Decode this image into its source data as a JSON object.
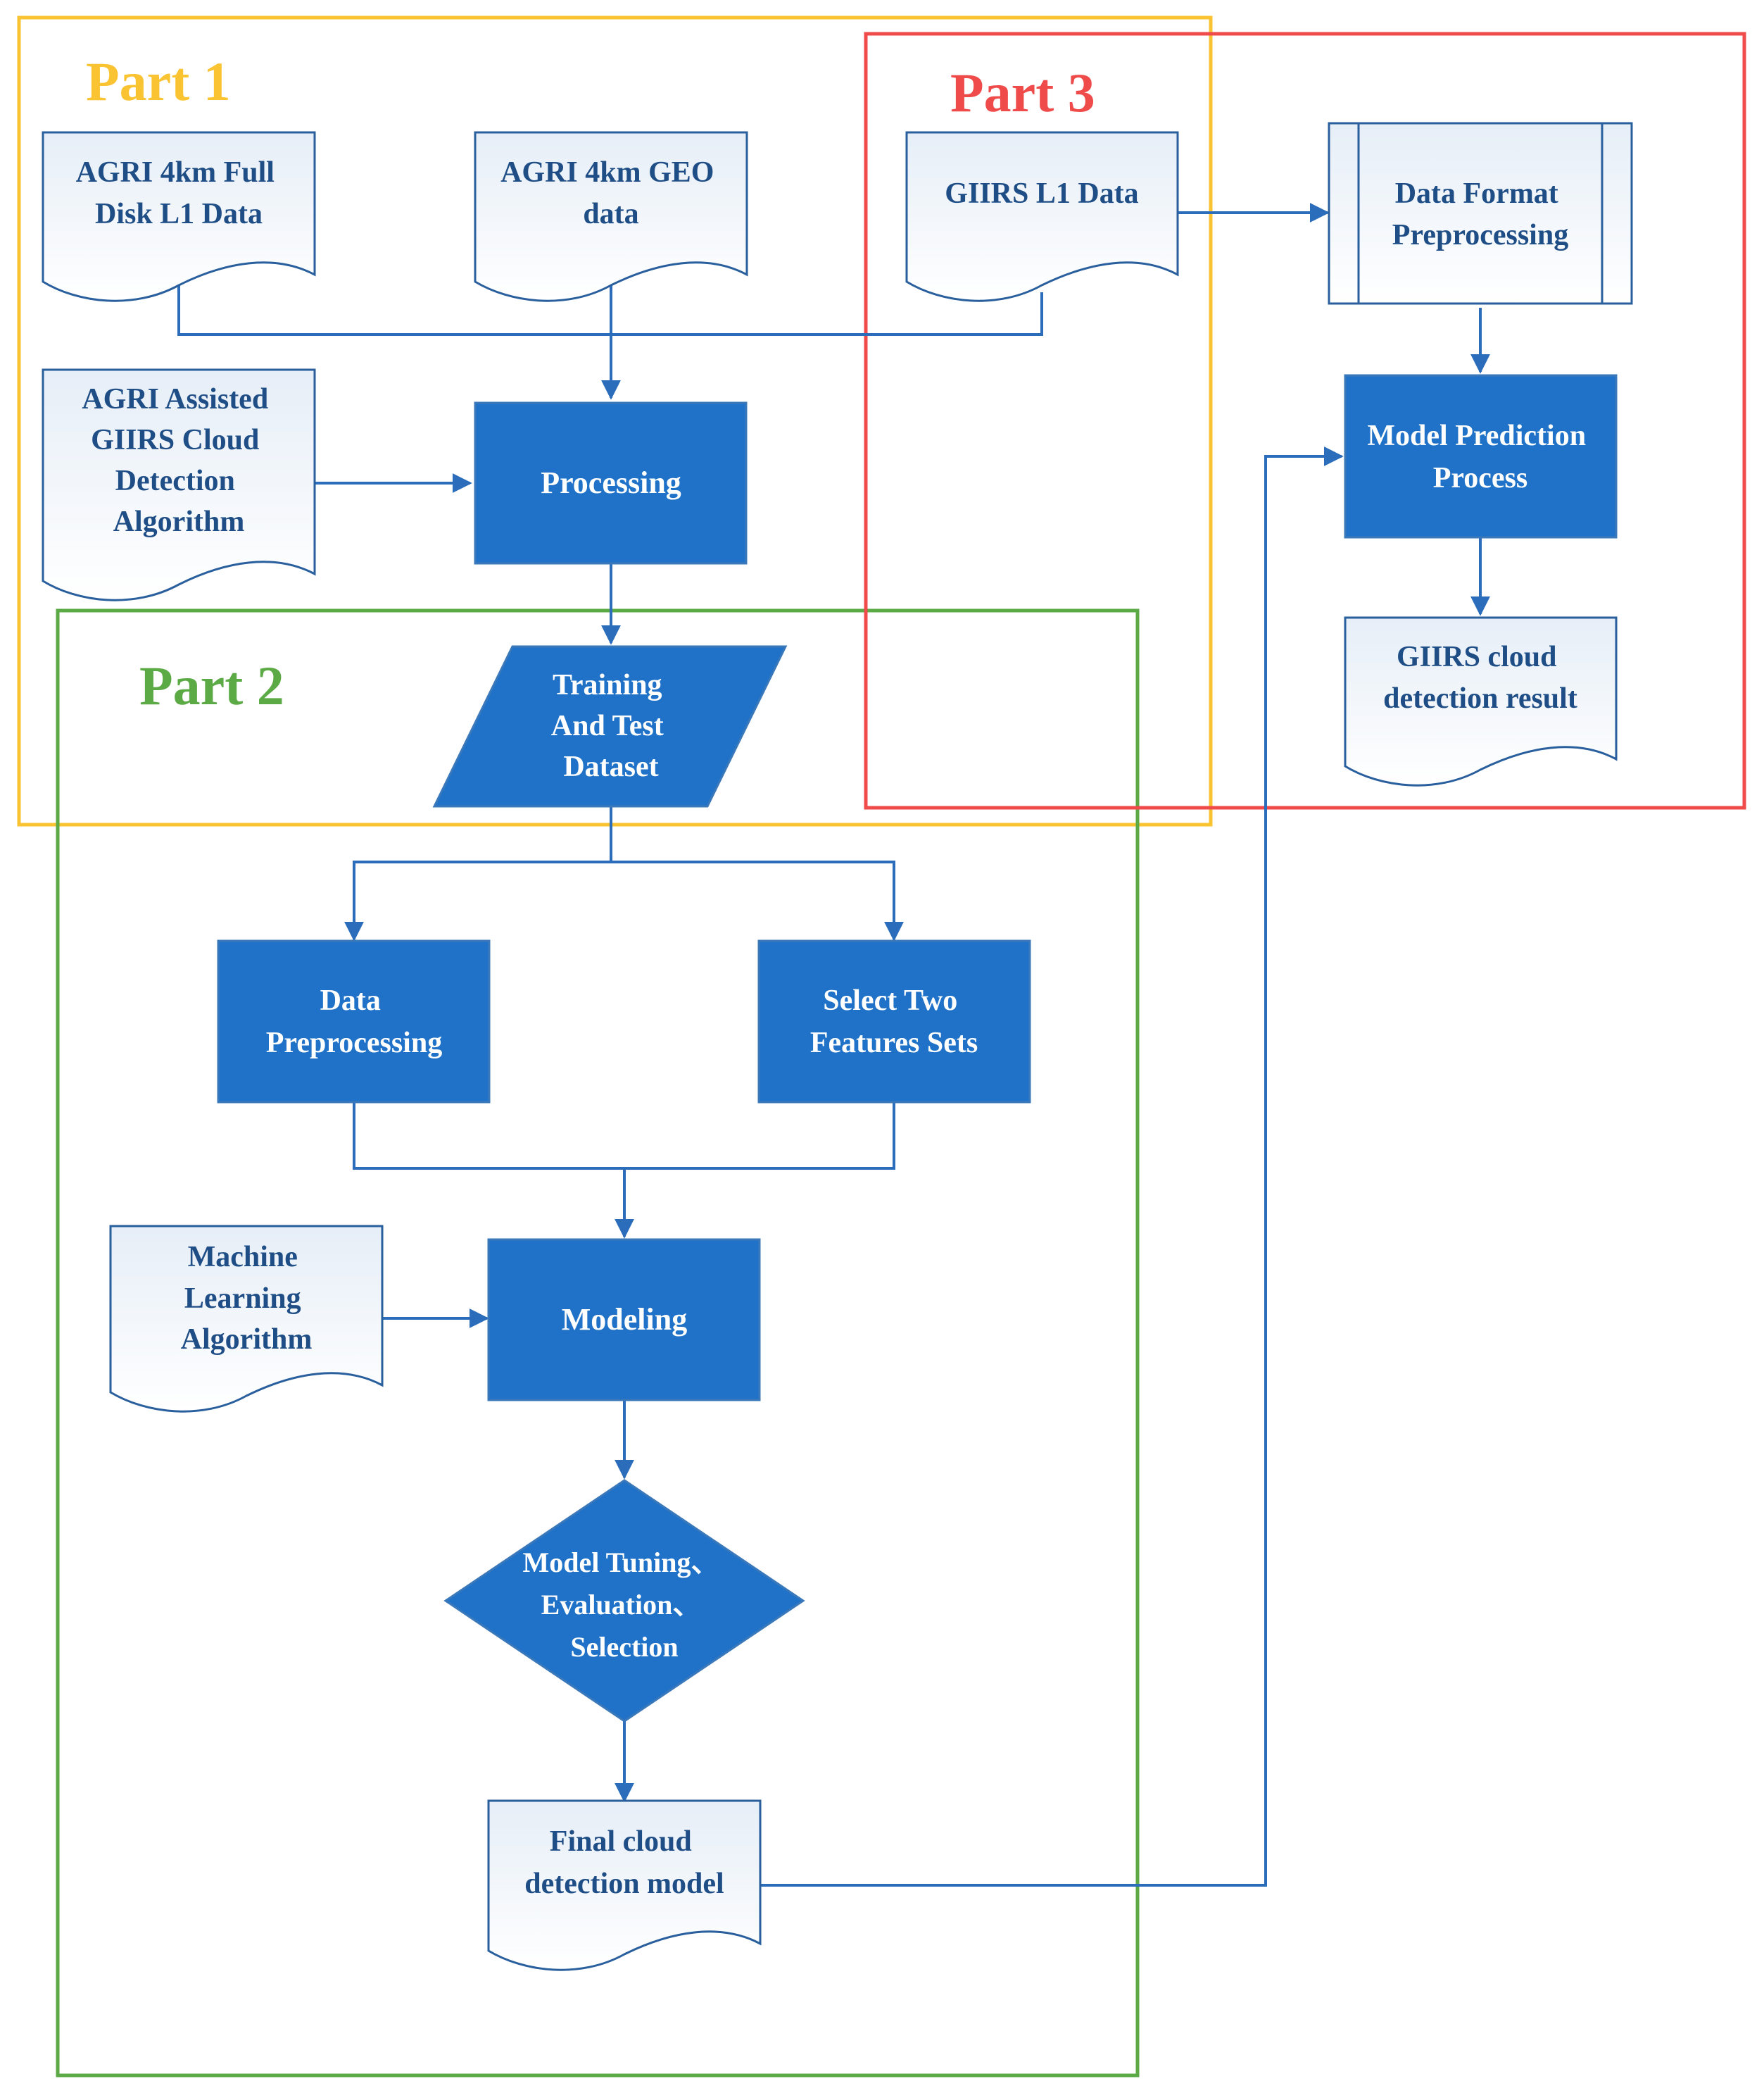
{
  "colors": {
    "part1": "#F9C331",
    "part2": "#5BAA46",
    "part3": "#EF4B4B",
    "box_fill": "#1F72C7",
    "doc_stroke": "#2A5F9E",
    "doc_fill_top": "#E6EEF7",
    "doc_text": "#1F4E86",
    "line": "#2B6DBB",
    "white_text": "#FFFFFF"
  },
  "parts": {
    "part1": "Part 1",
    "part2": "Part 2",
    "part3": "Part 3"
  },
  "nodes": {
    "agri_fd": [
      "AGRI 4km Full",
      "Disk L1 Data"
    ],
    "agri_geo": [
      "AGRI 4km GEO",
      "data"
    ],
    "giirs_l1": [
      "GIIRS L1 Data"
    ],
    "data_format": [
      "Data Format",
      "Preprocessing"
    ],
    "agri_assist": [
      "AGRI Assisted",
      "GIIRS Cloud",
      "Detection",
      "Algorithm"
    ],
    "processing": [
      "Processing"
    ],
    "model_pred": [
      "Model Prediction",
      "Process"
    ],
    "giirs_result": [
      "GIIRS cloud",
      "detection result"
    ],
    "training": [
      "Training",
      "And Test",
      "Dataset"
    ],
    "data_pre": [
      "Data",
      "Preprocessing"
    ],
    "select_two": [
      "Select Two",
      "Features Sets"
    ],
    "ml_algo": [
      "Machine",
      "Learning",
      "Algorithm"
    ],
    "modeling": [
      "Modeling"
    ],
    "tuning": [
      "Model Tuning、",
      "Evaluation、",
      "Selection"
    ],
    "final_model": [
      "Final cloud",
      "detection model"
    ]
  }
}
